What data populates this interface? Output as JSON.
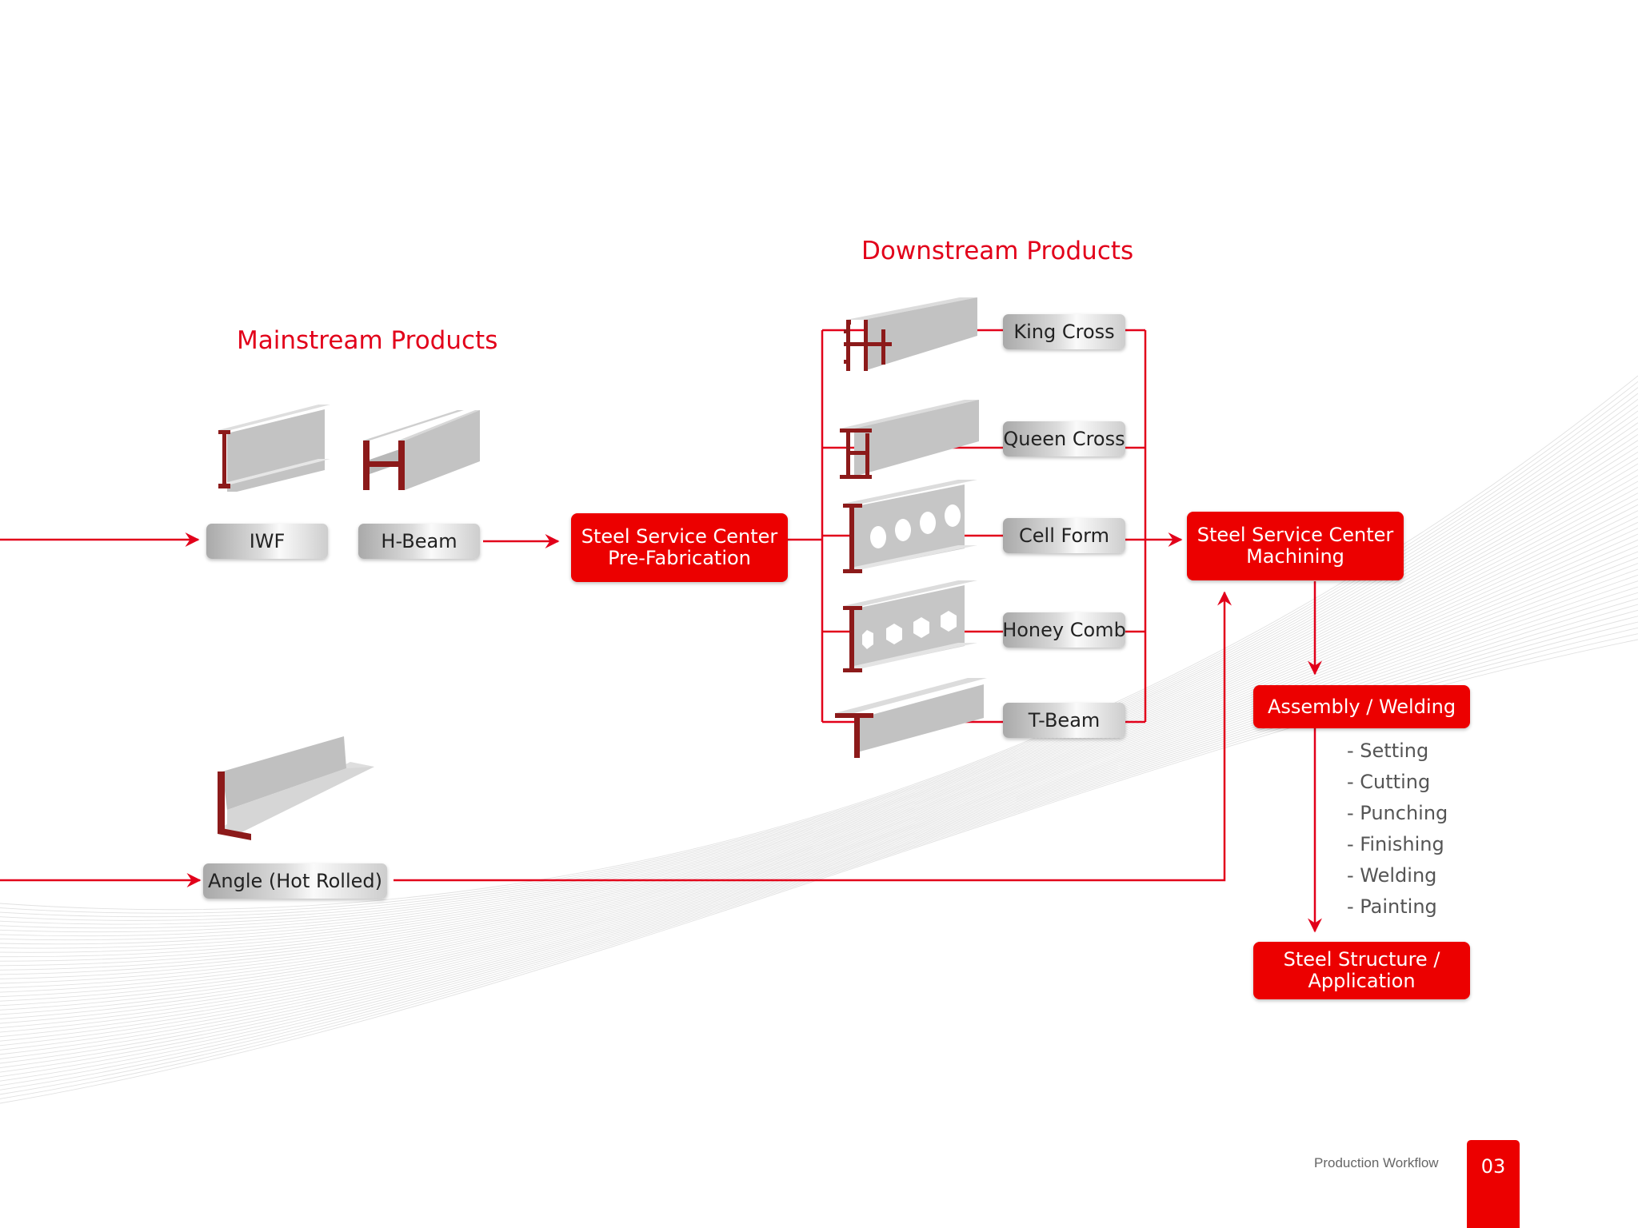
{
  "headings": {
    "mainstream": "Mainstream Products",
    "downstream": "Downstream Products"
  },
  "mainstream_products": [
    {
      "label": "IWF",
      "icon": "iwf-beam-icon"
    },
    {
      "label": "H-Beam",
      "icon": "h-beam-icon"
    },
    {
      "label": "Angle (Hot Rolled)",
      "icon": "angle-beam-icon"
    }
  ],
  "downstream_products": [
    {
      "label": "King Cross",
      "icon": "king-cross-beam-icon"
    },
    {
      "label": "Queen Cross",
      "icon": "queen-cross-beam-icon"
    },
    {
      "label": "Cell Form",
      "icon": "cell-form-beam-icon"
    },
    {
      "label": "Honey Comb",
      "icon": "honey-comb-beam-icon"
    },
    {
      "label": "T-Beam",
      "icon": "t-beam-icon"
    }
  ],
  "process": {
    "prefab": {
      "line1": "Steel Service Center",
      "line2": "Pre-Fabrication"
    },
    "machining": {
      "line1": "Steel Service Center",
      "line2": "Machining"
    },
    "assembly": "Assembly / Welding",
    "assembly_steps": [
      "- Setting",
      "- Cutting",
      "- Punching",
      "- Finishing",
      "- Welding",
      "- Painting"
    ],
    "final": {
      "line1": "Steel Structure /",
      "line2": "Application"
    }
  },
  "footer": {
    "label": "Production Workflow",
    "page_number": "03"
  },
  "colors": {
    "accent": "#ec0000",
    "box_gray": "#d0d0d0",
    "text_dark": "#222222"
  }
}
